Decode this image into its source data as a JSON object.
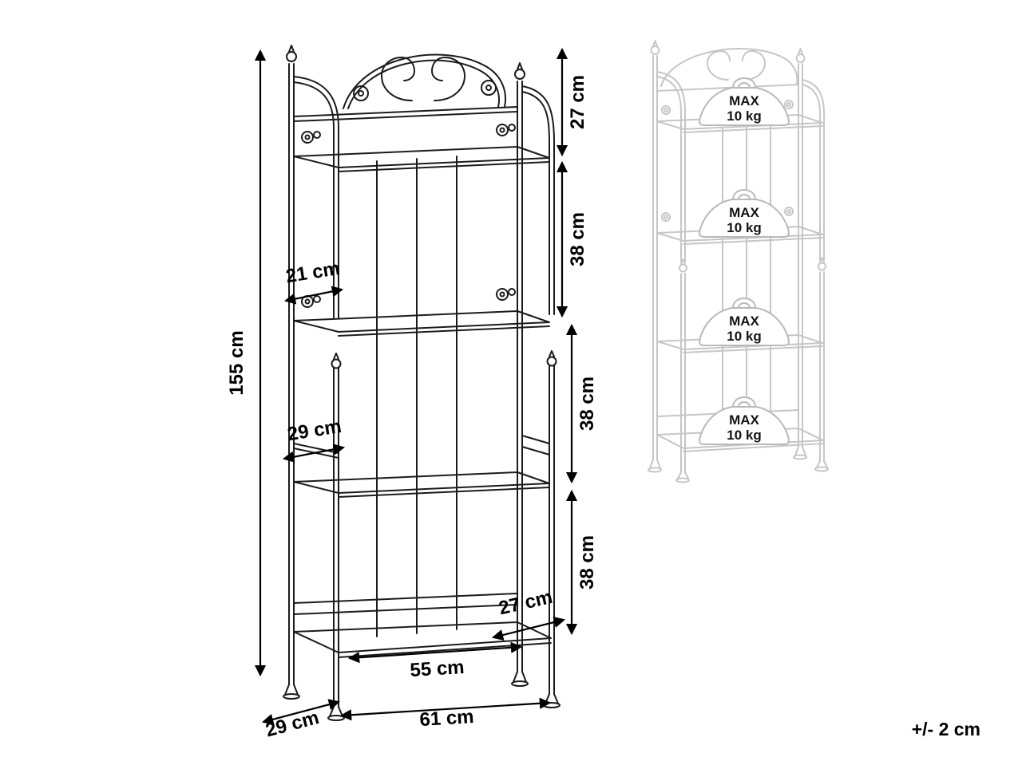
{
  "diagram": {
    "tolerance_note": "+/- 2 cm",
    "colors": {
      "line": "#1b1b1b",
      "dimension": "#000000",
      "faded_line": "#c6c6c6",
      "weight_outline": "#b9b9b9",
      "weight_text": "#141414"
    },
    "dimensions": {
      "total_height": "155 cm",
      "top_section_height": "27 cm",
      "shelf_gap_1": "38 cm",
      "shelf_gap_2": "38 cm",
      "shelf_gap_3": "38 cm",
      "top_shelf_depth": "21 cm",
      "middle_shelf_depth": "29 cm",
      "bottom_shelf_depth": "27 cm",
      "bottom_shelf_width": "55 cm",
      "total_width": "61 cm",
      "base_depth": "29 cm"
    },
    "load_labels": [
      {
        "line1": "MAX",
        "line2": "10 kg"
      },
      {
        "line1": "MAX",
        "line2": "10 kg"
      },
      {
        "line1": "MAX",
        "line2": "10 kg"
      },
      {
        "line1": "MAX",
        "line2": "10 kg"
      }
    ]
  }
}
